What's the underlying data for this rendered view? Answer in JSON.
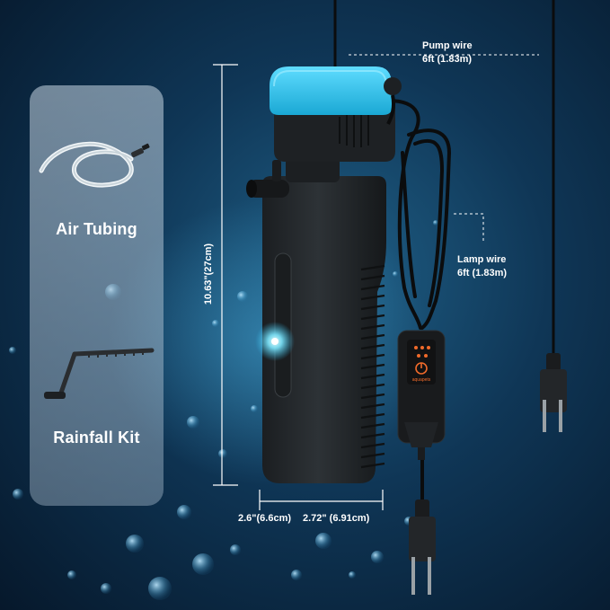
{
  "accessories": {
    "air_tubing": {
      "label": "Air Tubing",
      "icon": "air-tubing-icon"
    },
    "rainfall_kit": {
      "label": "Rainfall Kit",
      "icon": "rainfall-kit-icon"
    }
  },
  "dimensions": {
    "height": "10.63\"(27cm)",
    "depth": "2.6\"(6.6cm)",
    "width": "2.72\" (6.91cm)"
  },
  "callouts": {
    "pump_wire": {
      "title": "Pump wire",
      "length": "6ft (1.83m)"
    },
    "lamp_wire": {
      "title": "Lamp wire",
      "length": "6ft (1.83m)"
    }
  },
  "colors": {
    "accent_cap": "#2ec4ee",
    "led_glow": "#7ee8ff",
    "controller_text": "#f06a2a",
    "filter_body": "#222629"
  },
  "controller": {
    "brand": "aquapets"
  }
}
